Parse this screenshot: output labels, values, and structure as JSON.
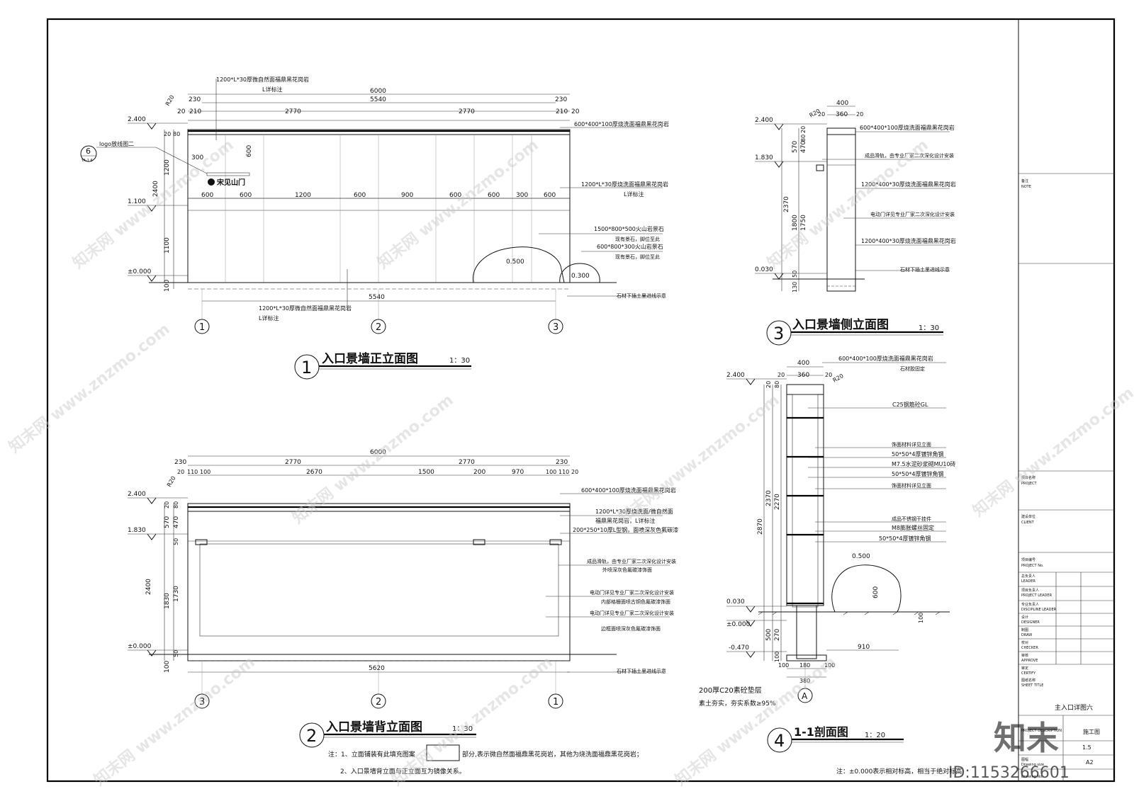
{
  "drawings": {
    "front": {
      "title": "入口景墙正立面图",
      "number": "1",
      "scale": "1：30",
      "logo_text": "宋见山门",
      "labels": {
        "top_stone": "1200*L*30厚微自然面福鼎黑花岗岩",
        "top_stone_note": "L详标注",
        "cap": "600*400*100厚烧洗面福鼎黑花岗岩",
        "panel": "1200*L*30厚烧洗面福鼎黑花岗岩",
        "panel_note": "L详标注",
        "rock1": "1500*800*500火山岩景石",
        "rock1_note": "现有景石，脚位至此",
        "rock2": "600*800*300火山岩景石",
        "rock2_note": "现有景石，脚位至此",
        "bottom": "1200*L*30厚微自然面福鼎黑花岗岩",
        "bottom_note": "L详标注",
        "soil": "石材下插土里进线示意",
        "logo": "logo放线图二",
        "callout_num": "6",
        "callout_ref": "YA-1.6"
      },
      "dims_top": [
        "6000",
        "5540",
        "230",
        "230",
        "20",
        "210",
        "2770",
        "2770",
        "210",
        "20"
      ],
      "dims_inner": [
        "600",
        "600",
        "1200",
        "600",
        "900",
        "600",
        "600",
        "300",
        "600"
      ],
      "dims_small": [
        "300",
        "600"
      ],
      "dims_bottom": "5540",
      "dims_left": [
        "20",
        "80",
        "1200",
        "2400",
        "1100",
        "100",
        "R20"
      ],
      "levels": [
        "2.400",
        "1.100",
        "±0.000"
      ],
      "rock_levels": [
        "0.500",
        "0.300"
      ],
      "axes": [
        "1",
        "2",
        "3"
      ]
    },
    "back": {
      "title": "入口景墙背立面图",
      "number": "2",
      "scale": "1：30",
      "labels": {
        "cap": "600*400*100厚烧洗面福鼎黑花岗岩",
        "panel": "1200*L*30厚烧洗面/微自然面",
        "panel2": "福鼎黑花岗岩，L详标注",
        "steel": "200*250*10厚L型钢，面喷深灰色氟碳漆",
        "rail": "成品滑轨，由专业厂家二次深化设计安装",
        "rail2": "外喷深灰色氟碳漆饰面",
        "door": "电动门详见专业厂家二次深化设计安装",
        "door2": "内部格栅面喷古铜色氟碳漆饰面",
        "door3": "电动门详见专业厂家二次深化设计安装",
        "door4": "边框面喷深灰色氟碳漆饰面",
        "soil": "石材下插土里进线示意"
      },
      "dims_top": [
        "6000",
        "230",
        "2770",
        "2770",
        "230",
        "20",
        "110",
        "100",
        "2670",
        "1500",
        "200",
        "970",
        "100",
        "110",
        "20"
      ],
      "dims_bottom": "5620",
      "dims_left": [
        "R20",
        "20",
        "80",
        "570",
        "470",
        "50",
        "2400",
        "1830",
        "1730",
        "50",
        "100"
      ],
      "levels": [
        "2.400",
        "1.830",
        "±0.000"
      ],
      "axes": [
        "3",
        "2",
        "1"
      ]
    },
    "side": {
      "title": "入口景墙侧立面图",
      "number": "3",
      "scale": "1：30",
      "labels": {
        "cap": "600*400*100厚烧洗面福鼎黑花岗岩",
        "rail": "成品滑轨，由专业厂家二次深化设计安装",
        "stone1": "1200*400*30厚烧洗面福鼎黑花岗岩",
        "door": "电动门详见专业厂家二次深化设计安装",
        "stone2": "1200*400*30厚烧洗面福鼎黑花岗岩",
        "soil": "石材下插土里进线示意"
      },
      "dims_top": [
        "400",
        "20",
        "360",
        "20",
        "R20"
      ],
      "dims_left": [
        "570",
        "470",
        "20",
        "80",
        "2370",
        "1800",
        "1750",
        "50",
        "130"
      ],
      "levels": [
        "2.400",
        "1.830",
        "0.030"
      ]
    },
    "section": {
      "title": "1-1剖面图",
      "number": "4",
      "scale": "1：20",
      "labels": {
        "cap": "600*400*100厚烧洗面福鼎黑花岗岩",
        "glue": "石材胶固定",
        "concrete": "C25钢筋砼GL",
        "finish1": "饰面材料详见立面",
        "angle1": "50*50*4厚镀锌角钢",
        "mortar": "M7.5水泥砂浆砌MU10砖",
        "angle2": "50*50*4厚镀锌角钢",
        "finish2": "饰面材料详见立面",
        "pendant": "成品不锈钢干挂件",
        "bolt": "M8膨胀螺丝固定",
        "angle3": "50*50*4厚镀锌角钢",
        "cushion": "200厚C20素砼垫层",
        "soil": "素土夯实，夯实系数≥95%"
      },
      "dims_top": [
        "400",
        "20",
        "360",
        "20",
        "R20"
      ],
      "dims_left": [
        "20",
        "80",
        "2870",
        "2370",
        "2270",
        "500",
        "270",
        "100",
        "600",
        "100"
      ],
      "dims_bottom": [
        "100",
        "180",
        "100",
        "380",
        "910"
      ],
      "levels": [
        "2.400",
        "0.030",
        "±0.000",
        "-0.470",
        "0.500"
      ],
      "axis": "A"
    }
  },
  "notes": {
    "main_prefix": "注：1、立面铺装有此填充图案",
    "main_suffix": "部分,表示微自然面福鼎黑花岗岩，其他为烧洗面福鼎黑花岗岩；",
    "main_2": "2、入口景墙背立面与正立面互为镜像关系。",
    "elevation": "注：±0.000表示相对标高，相当于绝对标高"
  },
  "title_block": {
    "note_label": "备注",
    "note_en": "NOTE",
    "project_label": "项目名称",
    "project_en": "PROJECT",
    "client_label": "建设单位",
    "client_en": "CLIENT",
    "project_no_label": "项目编号",
    "project_no_en": "PROJECT No.",
    "leader_label": "总负责人",
    "leader_en": "LEADER",
    "proj_leader_label": "项目负责人",
    "proj_leader_en": "PROJECT LEADER",
    "disc_label": "专业负责人",
    "disc_en": "DISCIPLINE LEADER",
    "designer_label": "设计",
    "designer_en": "DESIGNER",
    "draw_label": "制图",
    "draw_en": "DRAW",
    "checker_label": "校对",
    "checker_en": "CHECKER",
    "approve_label": "审核",
    "approve_en": "APPROVE",
    "certify_label": "审定",
    "certify_en": "CERTIFY",
    "sheet_title_label": "图纸名称",
    "sheet_title_en": "SHEET TITLE",
    "sheet_title": "主入口详图六",
    "desc_en": "PROJECT DESCRIPTION",
    "desc_value": "施工图",
    "sheet_no": "1.5",
    "size_label": "图幅",
    "size_en": "Drawing size",
    "size_value": "A2",
    "drawing_no_en": "Drawing No."
  },
  "watermark": {
    "brand": "知末网 www.znzmo.com",
    "logo": "知末",
    "id": "ID:1153266601"
  }
}
